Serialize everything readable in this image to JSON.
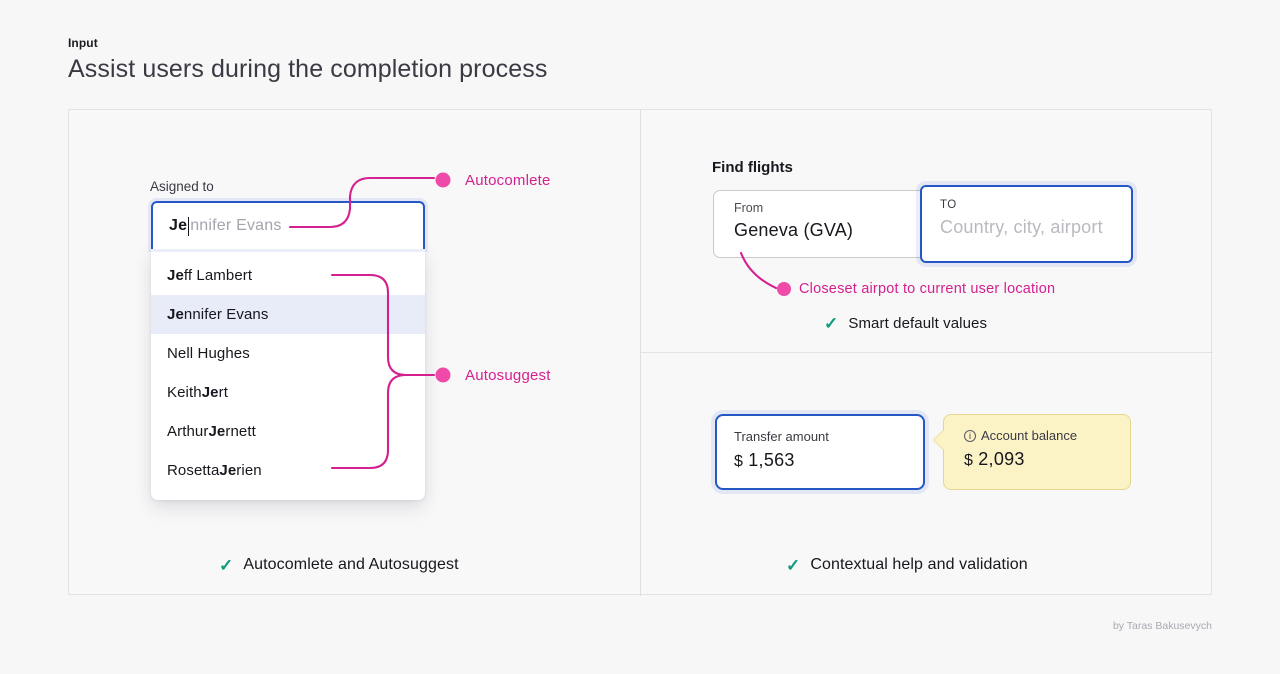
{
  "header": {
    "kicker": "Input",
    "title": "Assist users during the completion process"
  },
  "left_panel": {
    "field_label": "Asigned to",
    "input": {
      "typed_text": "Je",
      "ghost_text": "nnifer Evans",
      "full_value": "Jennifer Evans"
    },
    "suggestions": [
      {
        "bold": "Je",
        "rest": "ff Lambert",
        "prefix": "",
        "selected": false
      },
      {
        "bold": "Je",
        "rest": "nnifer Evans",
        "prefix": "",
        "selected": true
      },
      {
        "bold": "",
        "rest": "Nell Hughes",
        "prefix": "",
        "selected": false
      },
      {
        "bold": "Je",
        "rest": "rt",
        "prefix": "Keith ",
        "selected": false
      },
      {
        "bold": "Je",
        "rest": "rnett",
        "prefix": "Arthur ",
        "selected": false
      },
      {
        "bold": "Je",
        "rest": "rien",
        "prefix": "Rosetta ",
        "selected": false
      }
    ],
    "annotations": {
      "autocomplete": "Autocomlete",
      "autosuggest": "Autosuggest"
    },
    "caption": "Autocomlete and Autosuggest"
  },
  "right_top_panel": {
    "title": "Find flights",
    "from_field": {
      "label": "From",
      "value": "Geneva (GVA)"
    },
    "to_field": {
      "label": "TO",
      "placeholder": "Country, city, airport",
      "value": ""
    },
    "annotation": "Closeset airpot to current user location",
    "caption": "Smart default values"
  },
  "right_bottom_panel": {
    "transfer": {
      "label": "Transfer amount",
      "currency": "$",
      "value": "1,563"
    },
    "balance": {
      "icon": "info-icon",
      "label": "Account balance",
      "currency": "$",
      "value": "2,093"
    },
    "caption": "Contextual help and validation"
  },
  "footer": {
    "credit": "by Taras Bakusevych"
  },
  "colors": {
    "page_bg": "#f7f7f7",
    "card_bg": "#f8f8f9",
    "accent_blue": "#2557c7",
    "annotation_pink": "#d4218f",
    "dot_pink": "#ef4aa8",
    "tick_teal": "#0f9b7e",
    "balance_yellow": "#fbf3c6",
    "selected_row": "#e8ecf8"
  },
  "icons": {
    "check": "✓",
    "info": "i"
  }
}
